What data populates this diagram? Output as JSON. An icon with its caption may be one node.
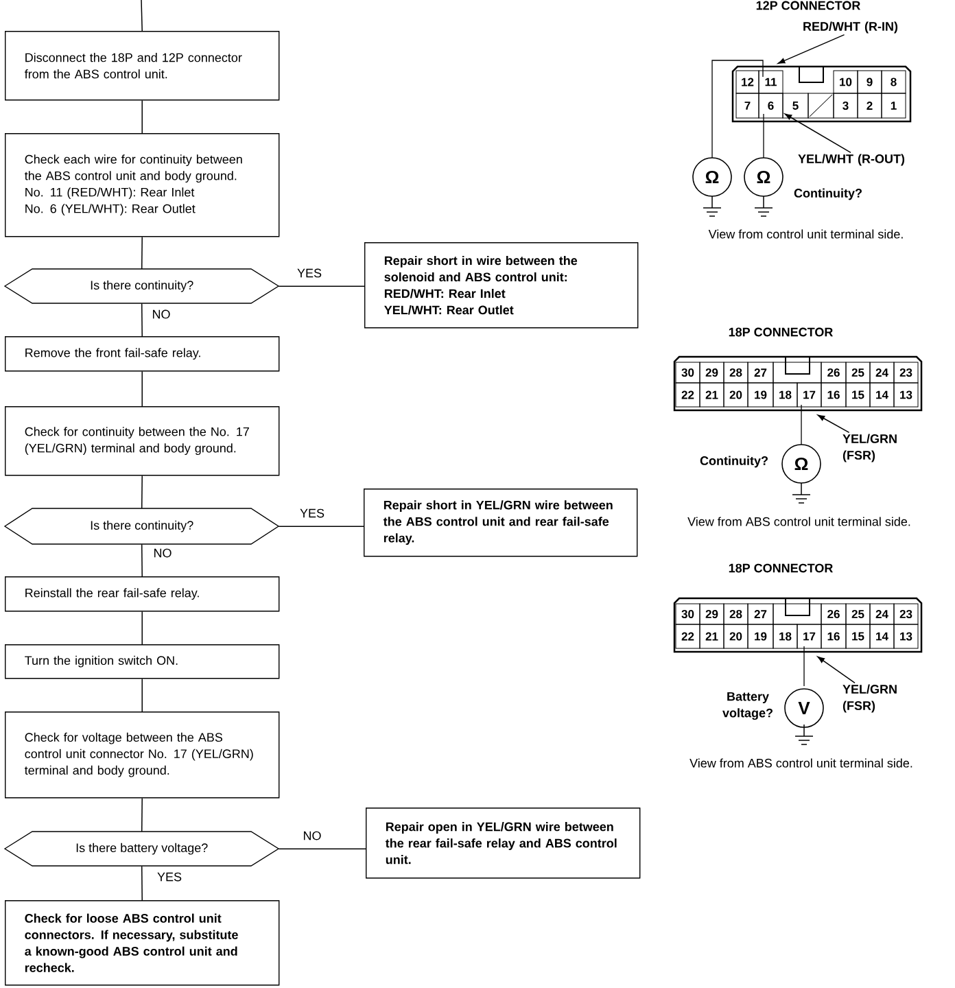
{
  "diagram": {
    "nodes": [
      {
        "text": [
          "Disconnect the 18P and 12P connector from the ABS control unit."
        ]
      },
      {
        "text": [
          "Check each wire for continuity between the ABS control unit and body ground.",
          "No. 11 (RED/WHT): Rear Inlet",
          "No. 6 (YEL/WHT): Rear Outlet"
        ]
      },
      {
        "text": [
          "Is there continuity?"
        ]
      },
      {
        "text": [
          "Repair short in wire between the solenoid and ABS control unit:",
          "RED/WHT: Rear Inlet",
          "YEL/WHT: Rear Outlet"
        ]
      },
      {
        "text": [
          "Remove the front fail-safe relay."
        ]
      },
      {
        "text": [
          "Check for continuity between the No. 17 (YEL/GRN) terminal and body ground."
        ]
      },
      {
        "text": [
          "Is there continuity?"
        ]
      },
      {
        "text": [
          "Repair short in YEL/GRN wire between the ABS control unit and rear fail-safe relay."
        ]
      },
      {
        "text": [
          "Reinstall the rear fail-safe relay."
        ]
      },
      {
        "text": [
          "Turn the ignition switch ON."
        ]
      },
      {
        "text": [
          "Check for voltage between the ABS control unit connector No. 17 (YEL/GRN) terminal and body ground."
        ]
      },
      {
        "text": [
          "Is there battery voltage?"
        ]
      },
      {
        "text": [
          "Repair open in YEL/GRN wire between the rear fail-safe relay and ABS control unit."
        ]
      },
      {
        "text": [
          "Check for loose ABS control unit connectors. If necessary, substitute a known-good ABS control unit and recheck."
        ]
      },
      {
        "text": [
          "RED/WHT (R-IN)"
        ]
      },
      {
        "text": [
          "YEL/WHT (R-OUT)"
        ]
      },
      {
        "text": [
          "YEL/GRN (FSR)"
        ]
      },
      {
        "text": [
          "YEL/GRN (FSR)"
        ]
      },
      {
        "text": [
          "11"
        ]
      },
      {
        "text": [
          "6"
        ]
      },
      {
        "text": [
          "17"
        ]
      },
      {
        "text": [
          "17"
        ]
      }
    ],
    "edges": [
      {
        "from": null,
        "to": 0,
        "arrow": "none"
      },
      {
        "from": 0,
        "to": 1,
        "arrow": "none"
      },
      {
        "from": 1,
        "to": 2,
        "arrow": "none"
      },
      {
        "from": 2,
        "to": 3,
        "arrow": "none",
        "label": "YES"
      },
      {
        "from": 2,
        "to": 4,
        "arrow": "none",
        "label": "NO"
      },
      {
        "from": 4,
        "to": 5,
        "arrow": "none"
      },
      {
        "from": 5,
        "to": 6,
        "arrow": "none"
      },
      {
        "from": 6,
        "to": 7,
        "arrow": "none",
        "label": "YES"
      },
      {
        "from": 6,
        "to": 8,
        "arrow": "none",
        "label": "NO"
      },
      {
        "from": 8,
        "to": 9,
        "arrow": "none"
      },
      {
        "from": 9,
        "to": 10,
        "arrow": "none"
      },
      {
        "from": 10,
        "to": 11,
        "arrow": "none"
      },
      {
        "from": 11,
        "to": 12,
        "arrow": "none",
        "label": "NO"
      },
      {
        "from": 11,
        "to": 13,
        "arrow": "none",
        "label": "YES"
      },
      {
        "from": 14,
        "to": 18,
        "arrow": "to"
      },
      {
        "from": 15,
        "to": 19,
        "arrow": "to"
      },
      {
        "from": 16,
        "to": 20,
        "arrow": "to"
      },
      {
        "from": 17,
        "to": 21,
        "arrow": "to"
      }
    ],
    "labels": [
      "12P CONNECTOR",
      "12",
      "10",
      "9",
      "8",
      "7",
      "5",
      "3",
      "2",
      "1",
      "Ω",
      "Ω",
      "Continuity?",
      "View from control unit terminal side.",
      "18P CONNECTOR",
      "30",
      "29",
      "28",
      "27",
      "26",
      "25",
      "24",
      "23",
      "22",
      "21",
      "20",
      "19",
      "18",
      "16",
      "15",
      "14",
      "13",
      "Continuity?",
      "Ω",
      "View from ABS control unit terminal side.",
      "18P CONNECTOR",
      "30",
      "29",
      "28",
      "27",
      "26",
      "25",
      "24",
      "23",
      "22",
      "21",
      "20",
      "19",
      "18",
      "16",
      "15",
      "14",
      "13",
      "Battery voltage?",
      "V",
      "View from ABS control unit terminal side."
    ]
  }
}
